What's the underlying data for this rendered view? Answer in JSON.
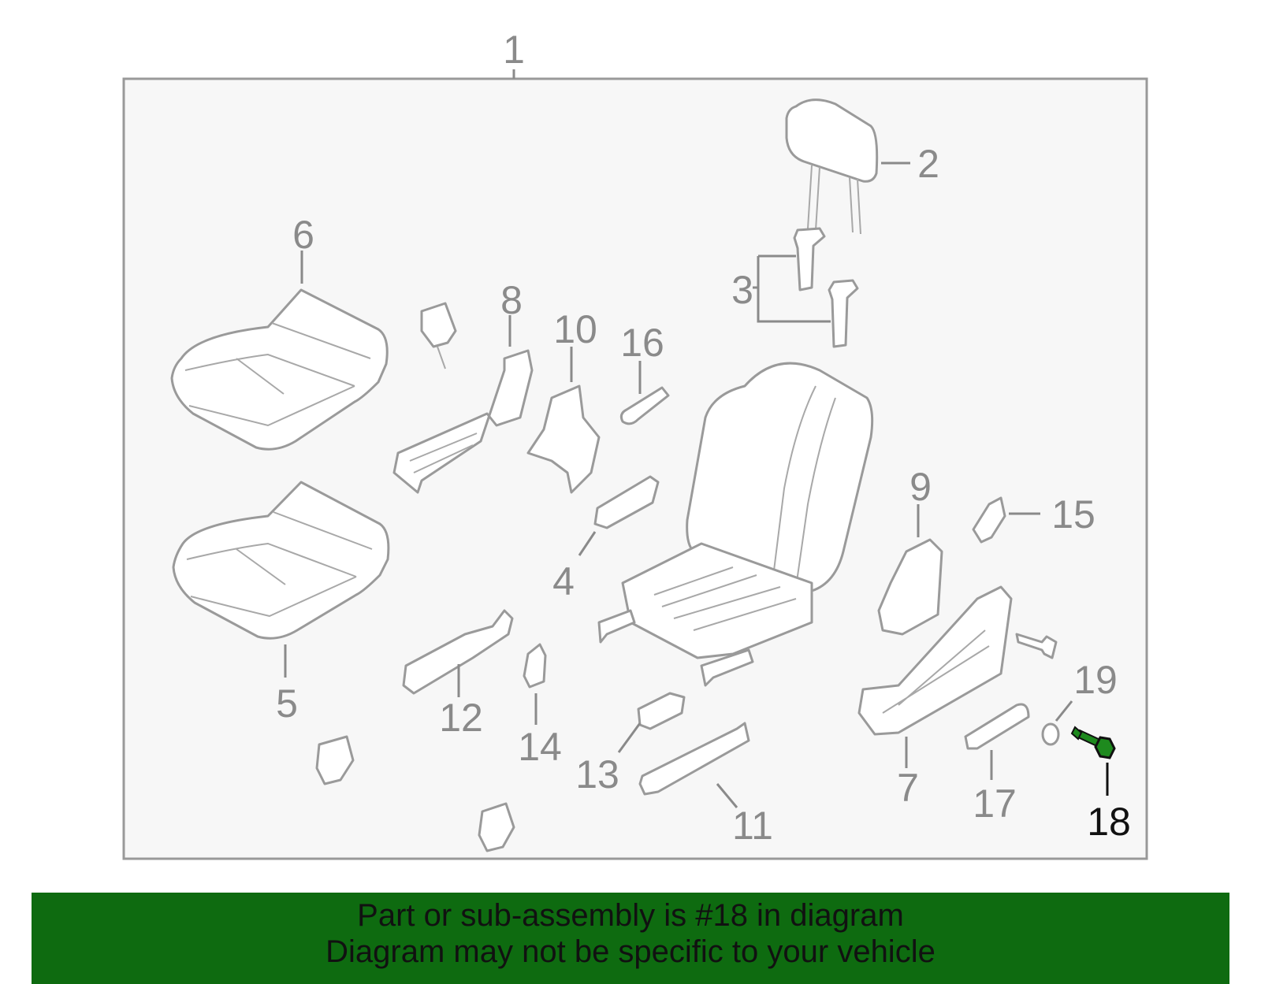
{
  "callouts": {
    "c1": "1",
    "c2": "2",
    "c3": "3",
    "c4": "4",
    "c5": "5",
    "c6": "6",
    "c7": "7",
    "c8": "8",
    "c9": "9",
    "c10": "10",
    "c11": "11",
    "c12": "12",
    "c13": "13",
    "c14": "14",
    "c15": "15",
    "c16": "16",
    "c17": "17",
    "c18": "18",
    "c19": "19"
  },
  "highlighted_part": "18",
  "colors": {
    "highlight_part": "#1e8a1e",
    "banner_background": "#0e6b10",
    "diagram_background": "#f7f7f7"
  },
  "banner": {
    "line1": "Part or sub-assembly is #18 in diagram",
    "line2": "Diagram may not be specific to your vehicle"
  }
}
